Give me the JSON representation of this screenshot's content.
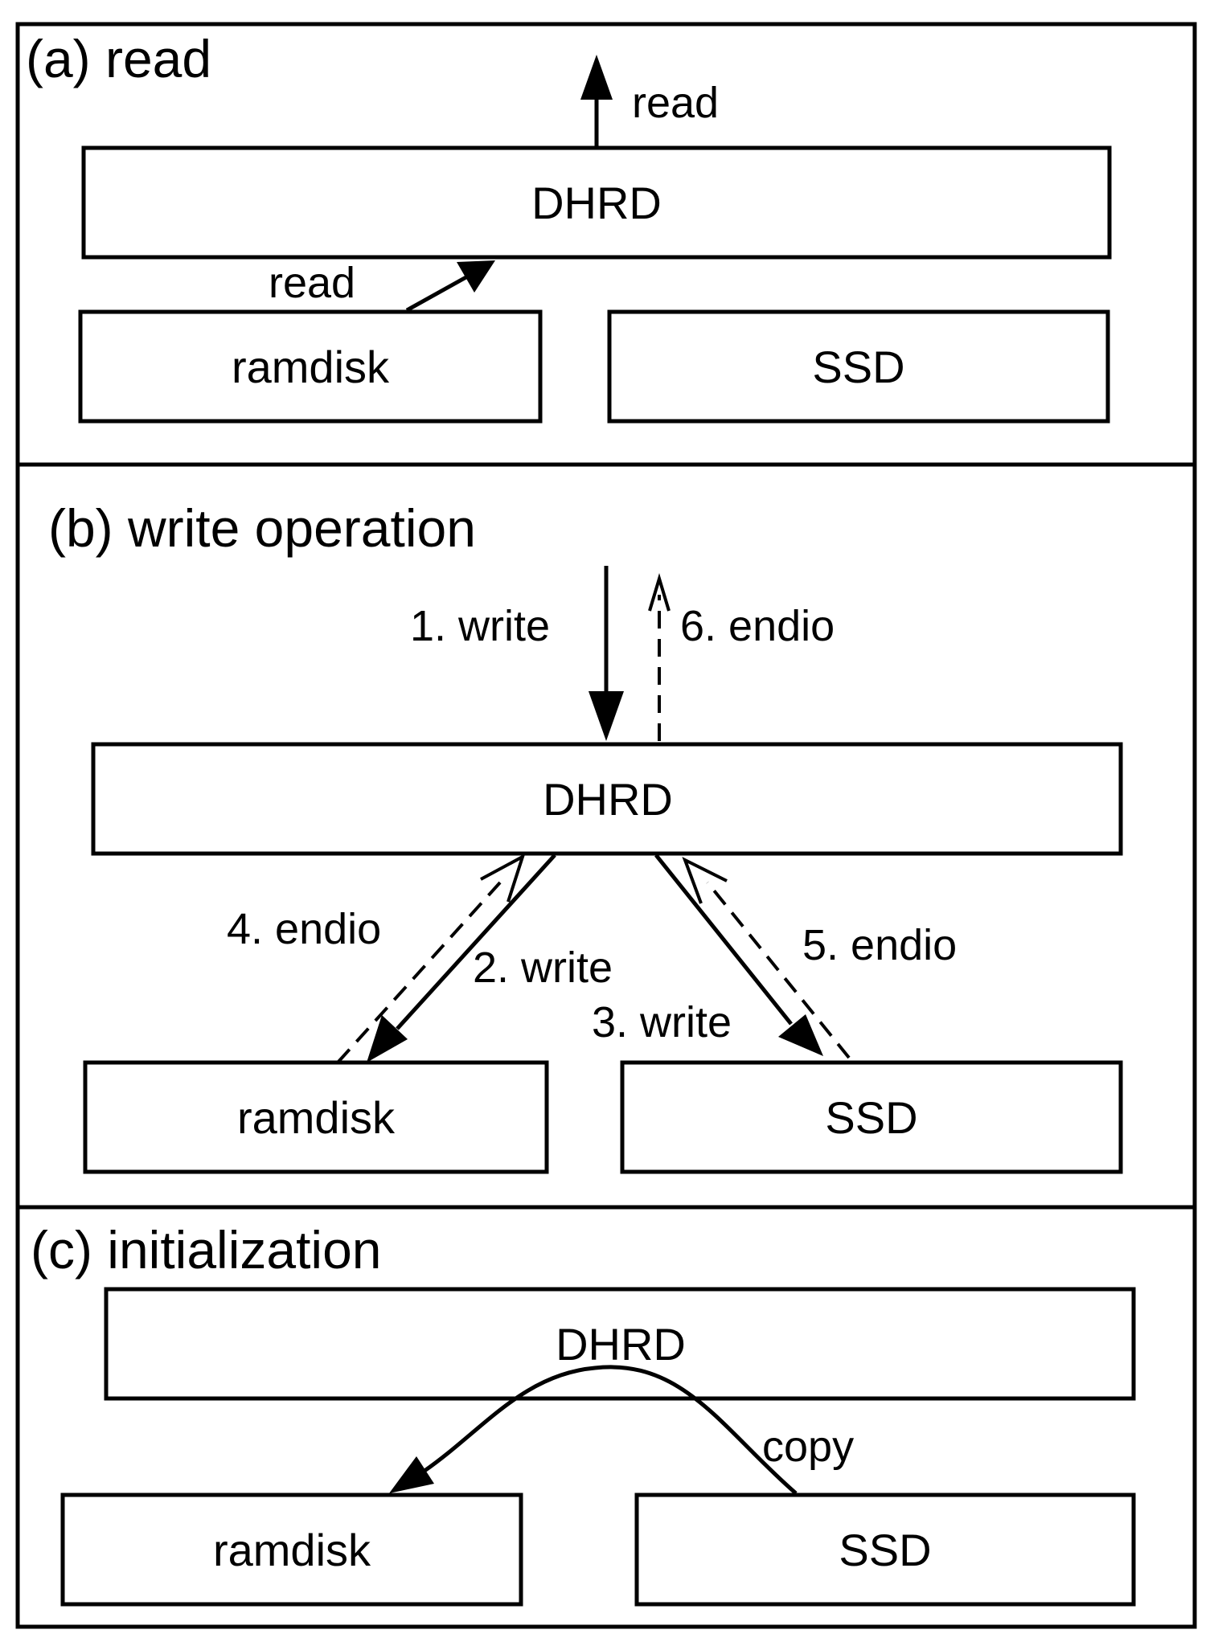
{
  "panels": {
    "a": {
      "title": "(a) read",
      "arrow_out_label": "read",
      "arrow_in_label": "read",
      "dhrd": "DHRD",
      "ramdisk": "ramdisk",
      "ssd": "SSD"
    },
    "b": {
      "title": "(b) write operation",
      "step1": "1. write",
      "step6": "6. endio",
      "step4": "4. endio",
      "step2": "2. write",
      "step3": "3. write",
      "step5": "5. endio",
      "dhrd": "DHRD",
      "ramdisk": "ramdisk",
      "ssd": "SSD"
    },
    "c": {
      "title": "(c) initialization",
      "copy": "copy",
      "dhrd": "DHRD",
      "ramdisk": "ramdisk",
      "ssd": "SSD"
    }
  },
  "colors": {
    "stroke": "#000000",
    "background": "#ffffff"
  }
}
